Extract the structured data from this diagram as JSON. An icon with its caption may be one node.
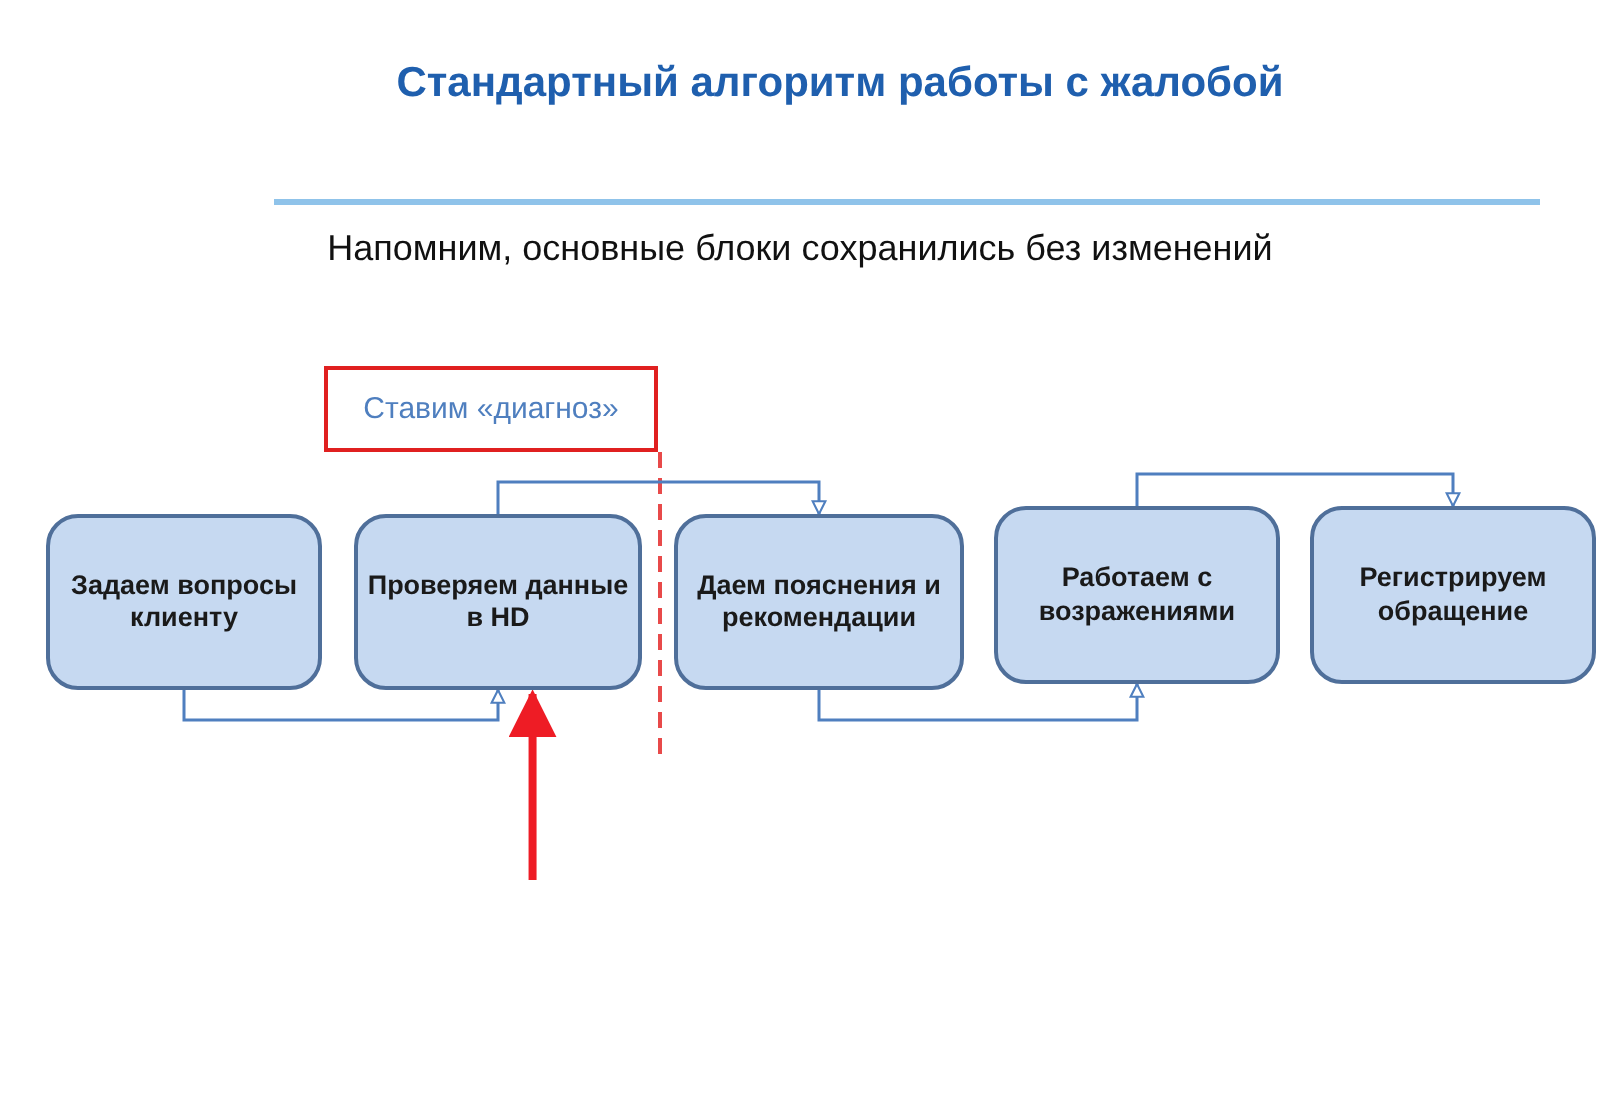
{
  "diagram": {
    "title": "Стандартный алгоритм работы с жалобой",
    "nodes": [
      {
        "text": [
          "Ставим «диагноз»"
        ]
      },
      {
        "text": [
          "Задаем вопросы клиенту"
        ]
      },
      {
        "text": [
          "Проверяем данные в HD"
        ]
      },
      {
        "text": [
          "Даем пояснения и рекомендации"
        ]
      },
      {
        "text": [
          "Работаем с возражениями"
        ]
      },
      {
        "text": [
          "Регистрируем обращение"
        ]
      }
    ],
    "edges": [
      {
        "from": 1,
        "to": 2,
        "arrow": "to"
      },
      {
        "from": 2,
        "to": 3,
        "arrow": "to"
      },
      {
        "from": 3,
        "to": 4,
        "arrow": "to"
      },
      {
        "from": 4,
        "to": 5,
        "arrow": "to"
      },
      {
        "from": null,
        "to": 2,
        "arrow": "to",
        "style": "thick",
        "color": "#ee1c25"
      }
    ],
    "labels": [
      "Напомним, основные блоки сохранились без изменений"
    ]
  }
}
